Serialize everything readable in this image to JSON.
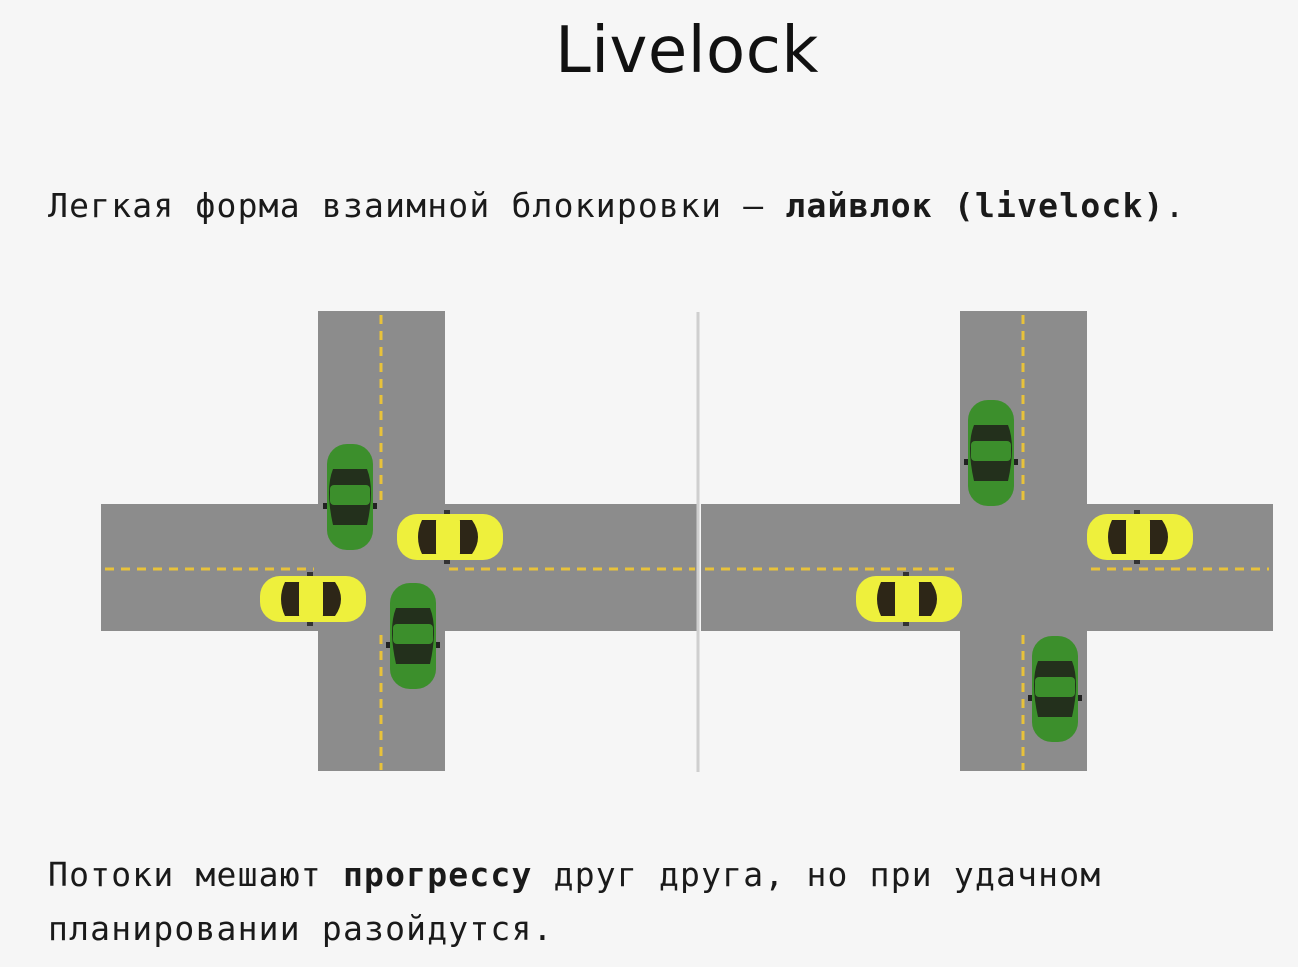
{
  "slide": {
    "title": "Livelock",
    "intro": {
      "text_before": "Легкая форма взаимной блокировки – ",
      "bold": "лайвлок (livelock)",
      "text_after": "."
    },
    "outro": {
      "line1_before": "Потоки мешают ",
      "line1_bold": "прогрессу",
      "line1_after": " друг друга, но при удачном",
      "line2": "планировании разойдутся."
    }
  },
  "diagram": {
    "panels": [
      {
        "name": "left-intersection",
        "cars": [
          {
            "color": "green",
            "direction": "down"
          },
          {
            "color": "yellow",
            "direction": "right"
          },
          {
            "color": "yellow",
            "direction": "right"
          },
          {
            "color": "green",
            "direction": "down"
          }
        ]
      },
      {
        "name": "right-intersection",
        "cars": [
          {
            "color": "green",
            "direction": "down"
          },
          {
            "color": "yellow",
            "direction": "right"
          },
          {
            "color": "yellow",
            "direction": "right"
          },
          {
            "color": "green",
            "direction": "down"
          }
        ]
      }
    ],
    "colors": {
      "road": "#8c8c8c",
      "lane_marking": "#e8c23a",
      "car_green": "#3c8f2c",
      "car_yellow": "#eef03c",
      "divider": "#cfcfcf"
    }
  }
}
